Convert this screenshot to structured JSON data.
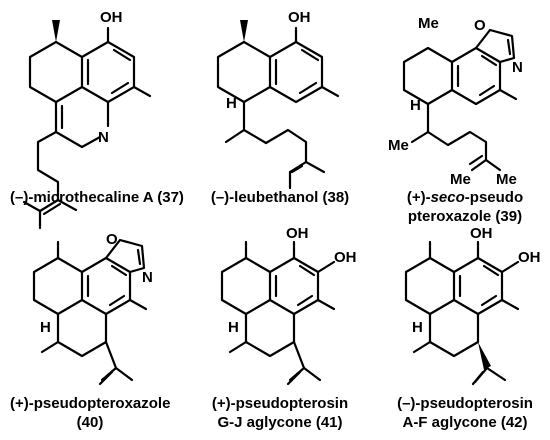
{
  "compounds": [
    {
      "name": "(–)-microthecaline A (37)",
      "atoms": {
        "oh": "OH",
        "n": "N"
      }
    },
    {
      "name": "(–)-leubethanol (38)",
      "atoms": {
        "oh": "OH",
        "h": "H"
      }
    },
    {
      "name_line1_prefix": "(+)-",
      "name_line1_italic": "seco",
      "name_line1_suffix": "-pseudo",
      "name_line2": "pteroxazole (39)",
      "atoms": {
        "o": "O",
        "n": "N",
        "me1": "Me",
        "me2": "Me",
        "me3": "Me",
        "me4": "Me",
        "h": "H"
      }
    },
    {
      "name_line1": "(+)-pseudopteroxazole",
      "name_line2": "(40)",
      "atoms": {
        "o": "O",
        "n": "N",
        "h": "H"
      }
    },
    {
      "name_line1": "(+)-pseudopterosin",
      "name_line2": "G-J aglycone (41)",
      "atoms": {
        "oh1": "OH",
        "oh2": "OH",
        "h": "H"
      }
    },
    {
      "name_line1": "(–)-pseudopterosin",
      "name_line2": "A-F aglycone  (42)",
      "atoms": {
        "oh1": "OH",
        "oh2": "OH",
        "h": "H"
      }
    }
  ]
}
